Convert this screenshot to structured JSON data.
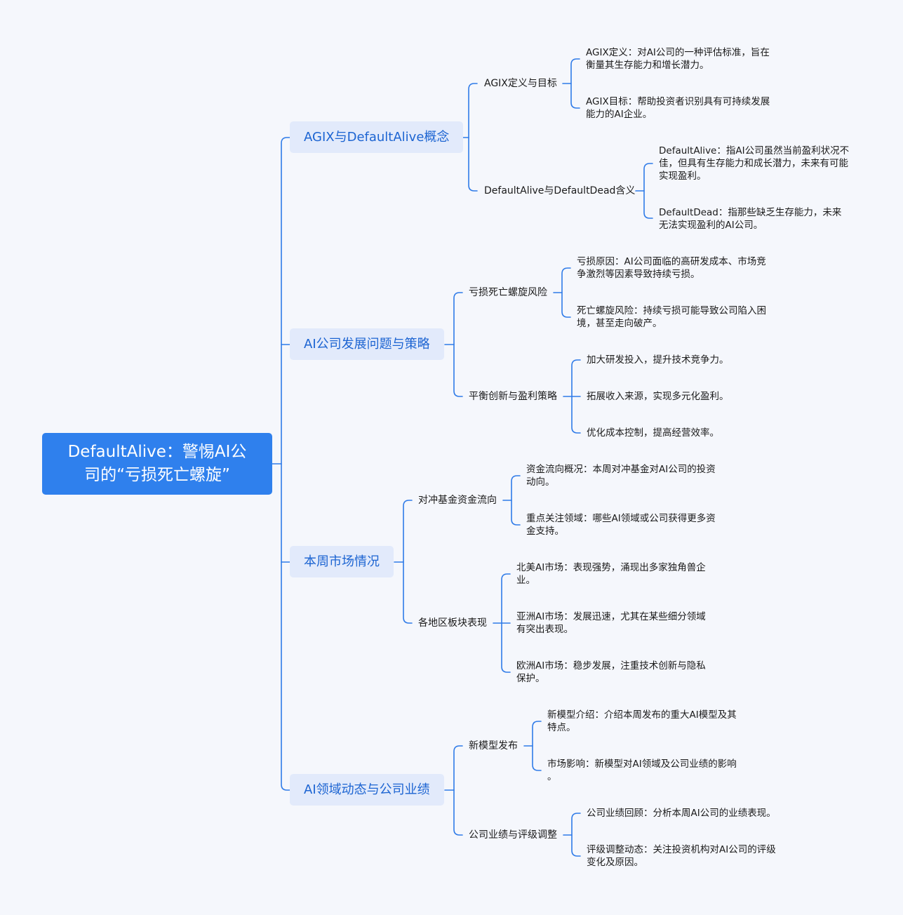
{
  "root": {
    "label": "DefaultAlive：警惕AI公\n司的“亏损死亡螺旋”"
  },
  "topics": [
    {
      "label": "AGIX与DefaultAlive概念",
      "subs": [
        {
          "label": "AGIX定义与目标",
          "leaves": [
            "AGIX定义：对AI公司的一种评估标准，旨在\n衡量其生存能力和增长潜力。",
            "AGIX目标：帮助投资者识别具有可持续发展\n能力的AI企业。"
          ]
        },
        {
          "label": "DefaultAlive与DefaultDead含义",
          "leaves": [
            "DefaultAlive：指AI公司虽然当前盈利状况不\n佳，但具有生存能力和成长潜力，未来有可能\n实现盈利。",
            "DefaultDead：指那些缺乏生存能力，未来\n无法实现盈利的AI公司。"
          ]
        }
      ]
    },
    {
      "label": "AI公司发展问题与策略",
      "subs": [
        {
          "label": "亏损死亡螺旋风险",
          "leaves": [
            "亏损原因：AI公司面临的高研发成本、市场竞\n争激烈等因素导致持续亏损。",
            "死亡螺旋风险：持续亏损可能导致公司陷入困\n境，甚至走向破产。"
          ]
        },
        {
          "label": "平衡创新与盈利策略",
          "leaves": [
            "加大研发投入，提升技术竞争力。",
            "拓展收入来源，实现多元化盈利。",
            "优化成本控制，提高经营效率。"
          ]
        }
      ]
    },
    {
      "label": "本周市场情况",
      "subs": [
        {
          "label": "对冲基金资金流向",
          "leaves": [
            "资金流向概况：本周对冲基金对AI公司的投资\n动向。",
            "重点关注领域：哪些AI领域或公司获得更多资\n金支持。"
          ]
        },
        {
          "label": "各地区板块表现",
          "leaves": [
            "北美AI市场：表现强势，涌现出多家独角兽企\n业。",
            "亚洲AI市场：发展迅速，尤其在某些细分领域\n有突出表现。",
            "欧洲AI市场：稳步发展，注重技术创新与隐私\n保护。"
          ]
        }
      ]
    },
    {
      "label": "AI领域动态与公司业绩",
      "subs": [
        {
          "label": "新模型发布",
          "leaves": [
            "新模型介绍：介绍本周发布的重大AI模型及其\n特点。",
            "市场影响：新模型对AI领域及公司业绩的影响\n。"
          ]
        },
        {
          "label": "公司业绩与评级调整",
          "leaves": [
            "公司业绩回顾：分析本周AI公司的业绩表现。",
            "评级调整动态：关注投资机构对AI公司的评级\n变化及原因。"
          ]
        }
      ]
    }
  ]
}
